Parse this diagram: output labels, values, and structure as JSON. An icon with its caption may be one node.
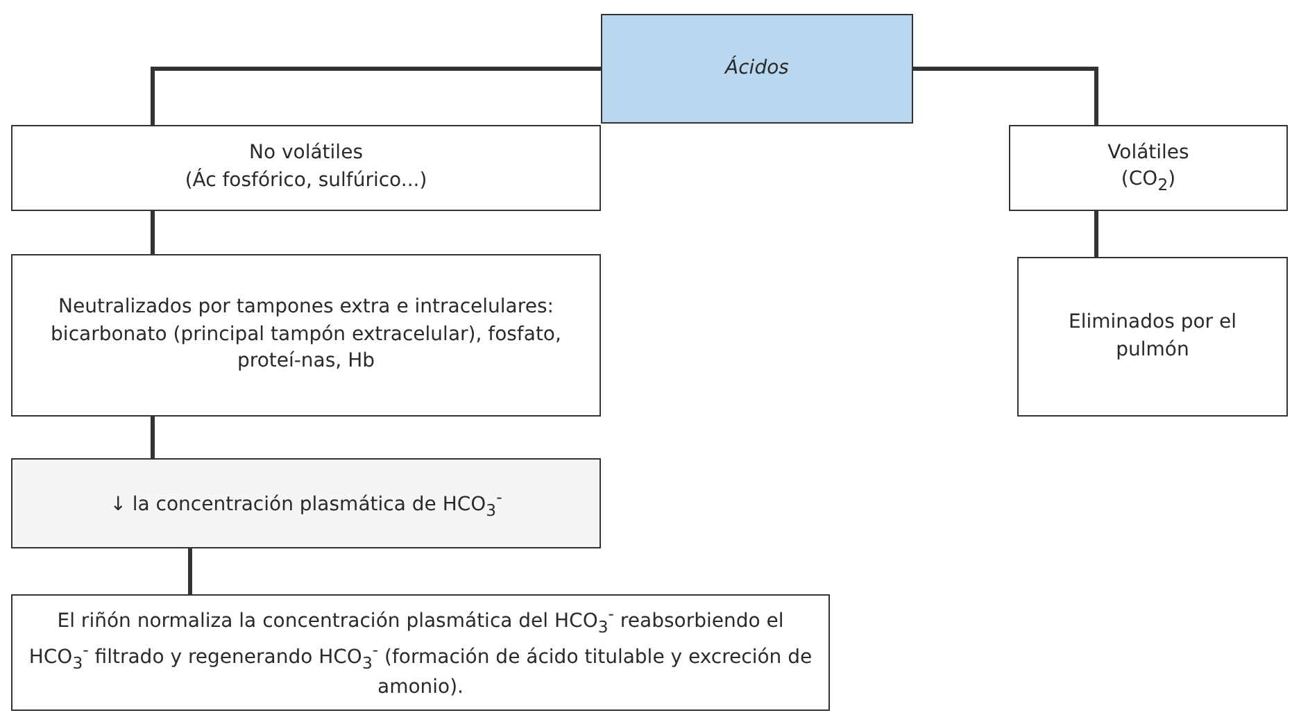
{
  "diagram": {
    "nodes": [
      {
        "text": [
          "Ácidos"
        ]
      },
      {
        "text": [
          "No volátiles",
          "(Ác fosfórico, sulfúrico...)"
        ]
      },
      {
        "text": [
          "Volátiles",
          "(CO$_{2}$)"
        ]
      },
      {
        "text": [
          "Neutralizados por tampones extra e intracelulares: bicarbonato (principal tampón extracelular), fosfato, proteí-nas, Hb"
        ]
      },
      {
        "text": [
          "Eliminados por el pulmón"
        ]
      },
      {
        "text": [
          "↓ la concentración plasmática de HCO$_{3}$$^{-}$"
        ]
      },
      {
        "text": [
          "El riñón normaliza la concentración plasmática del HCO$_{3}$$^{-}$ reabsorbiendo el HCO$_{3}$$^{-}$ filtrado y regenerando HCO$_{3}$$^{-}$ (formación de ácido titulable y excreción de amonio)."
        ]
      }
    ],
    "edges": [
      {
        "from": 0,
        "to": 1,
        "arrow": "none"
      },
      {
        "from": 0,
        "to": 2,
        "arrow": "none"
      },
      {
        "from": 1,
        "to": 3,
        "arrow": "none"
      },
      {
        "from": 2,
        "to": 4,
        "arrow": "none"
      },
      {
        "from": 3,
        "to": 5,
        "arrow": "none"
      },
      {
        "from": 5,
        "to": 6,
        "arrow": "none"
      }
    ]
  }
}
